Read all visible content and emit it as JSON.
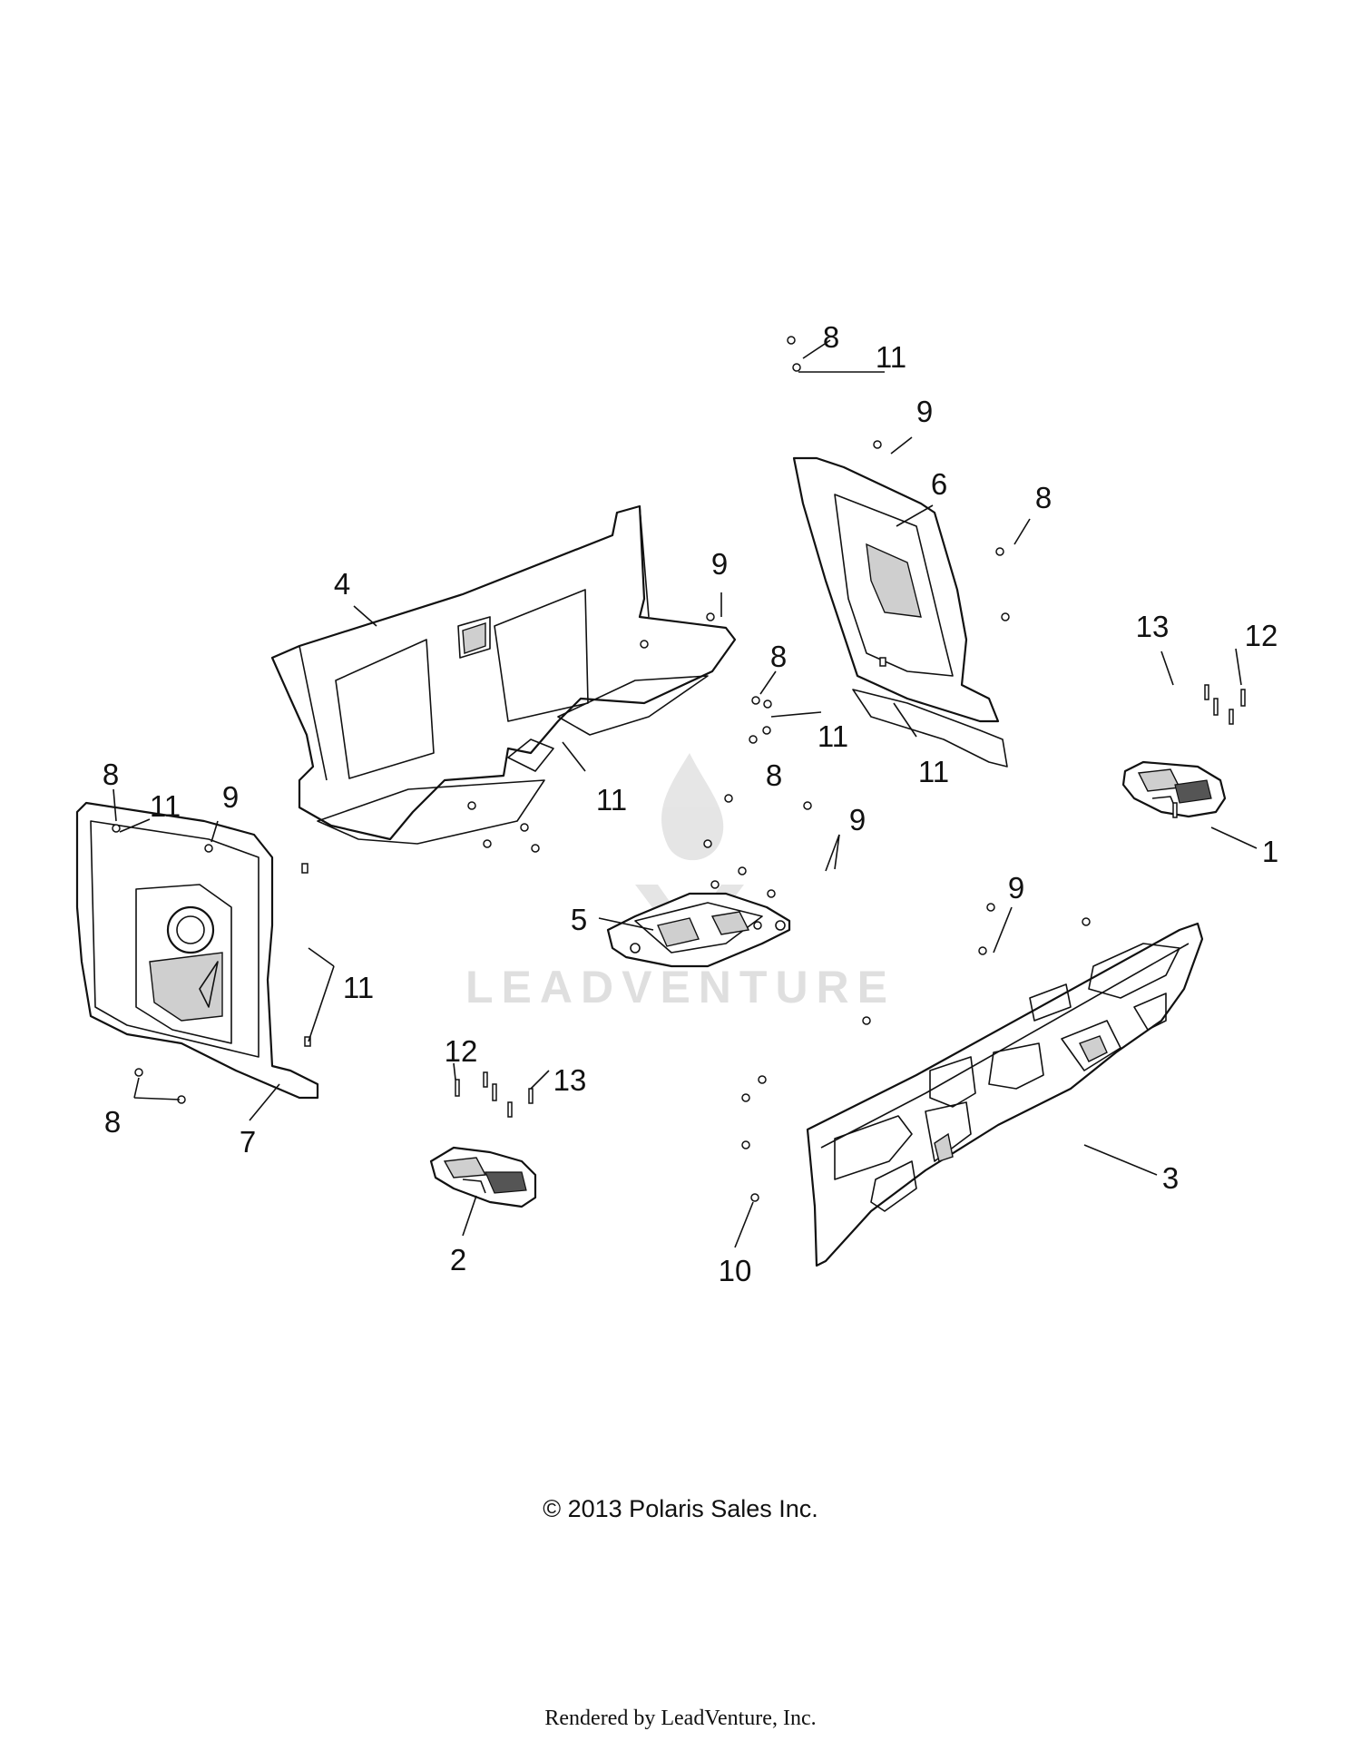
{
  "diagram": {
    "callouts": [
      {
        "id": "p1",
        "label": "1"
      },
      {
        "id": "p2",
        "label": "2"
      },
      {
        "id": "p3",
        "label": "3"
      },
      {
        "id": "p4",
        "label": "4"
      },
      {
        "id": "p5",
        "label": "5"
      },
      {
        "id": "p6",
        "label": "6"
      },
      {
        "id": "p7",
        "label": "7"
      },
      {
        "id": "p8a",
        "label": "8"
      },
      {
        "id": "p8b",
        "label": "8"
      },
      {
        "id": "p8c",
        "label": "8"
      },
      {
        "id": "p8d",
        "label": "8"
      },
      {
        "id": "p8e",
        "label": "8"
      },
      {
        "id": "p8f",
        "label": "8"
      },
      {
        "id": "p9a",
        "label": "9"
      },
      {
        "id": "p9b",
        "label": "9"
      },
      {
        "id": "p9c",
        "label": "9"
      },
      {
        "id": "p9d",
        "label": "9"
      },
      {
        "id": "p9e",
        "label": "9"
      },
      {
        "id": "p10",
        "label": "10"
      },
      {
        "id": "p11a",
        "label": "11"
      },
      {
        "id": "p11b",
        "label": "11"
      },
      {
        "id": "p11c",
        "label": "11"
      },
      {
        "id": "p11d",
        "label": "11"
      },
      {
        "id": "p11e",
        "label": "11"
      },
      {
        "id": "p11f",
        "label": "11"
      },
      {
        "id": "p12a",
        "label": "12"
      },
      {
        "id": "p12b",
        "label": "12"
      },
      {
        "id": "p13a",
        "label": "13"
      },
      {
        "id": "p13b",
        "label": "13"
      }
    ],
    "watermark": "LEADVENTURE"
  },
  "footer": {
    "copyright": "© 2013 Polaris Sales Inc.",
    "rendered_by": "Rendered by LeadVenture, Inc."
  }
}
